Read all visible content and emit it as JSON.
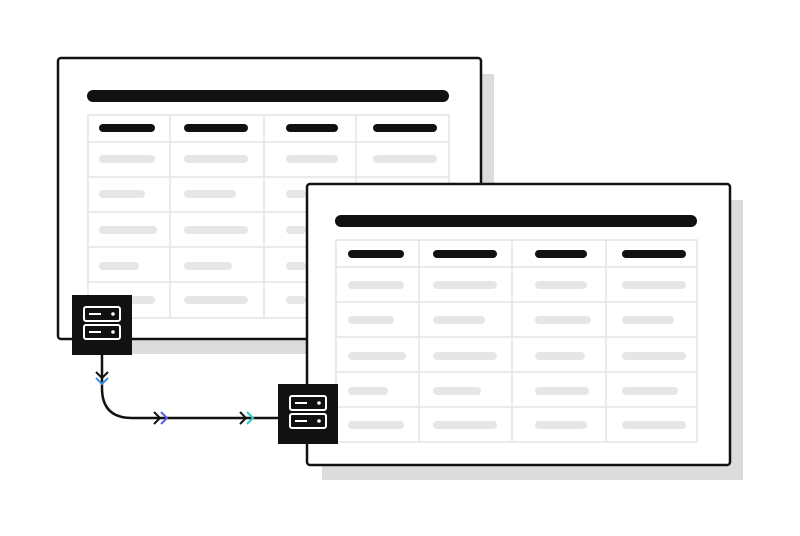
{
  "diagram": {
    "description_visible_text": "",
    "windows": [
      {
        "id": "source",
        "kind": "table-window",
        "columns": 4,
        "rows": 5
      },
      {
        "id": "target",
        "kind": "table-window",
        "columns": 4,
        "rows": 5
      }
    ],
    "nodes": [
      {
        "id": "source-server",
        "icon": "server-icon"
      },
      {
        "id": "target-server",
        "icon": "server-icon"
      }
    ],
    "connector": {
      "from": "source-server",
      "to": "target-server",
      "chevrons": [
        "down",
        "right",
        "right"
      ]
    }
  },
  "colors": {
    "ink": "#111111",
    "background": "#ffffff",
    "shadow": "#dcdcdc",
    "placeholder": "#e6e6e6",
    "grid": "#e4e4e4",
    "chevron_blue": "#3b8fea",
    "chevron_indigo": "#5b5bf0",
    "chevron_cyan": "#2cc7c7"
  }
}
